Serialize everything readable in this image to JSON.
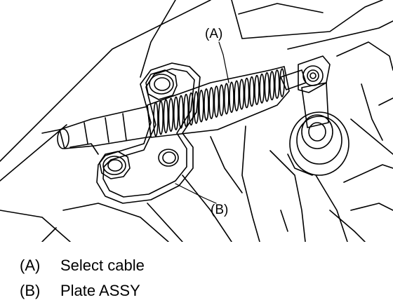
{
  "figure": {
    "callouts": [
      {
        "key": "(A)"
      },
      {
        "key": "(B)"
      }
    ]
  },
  "legend": [
    {
      "key": "(A)",
      "text": "Select cable"
    },
    {
      "key": "(B)",
      "text": "Plate ASSY"
    }
  ]
}
